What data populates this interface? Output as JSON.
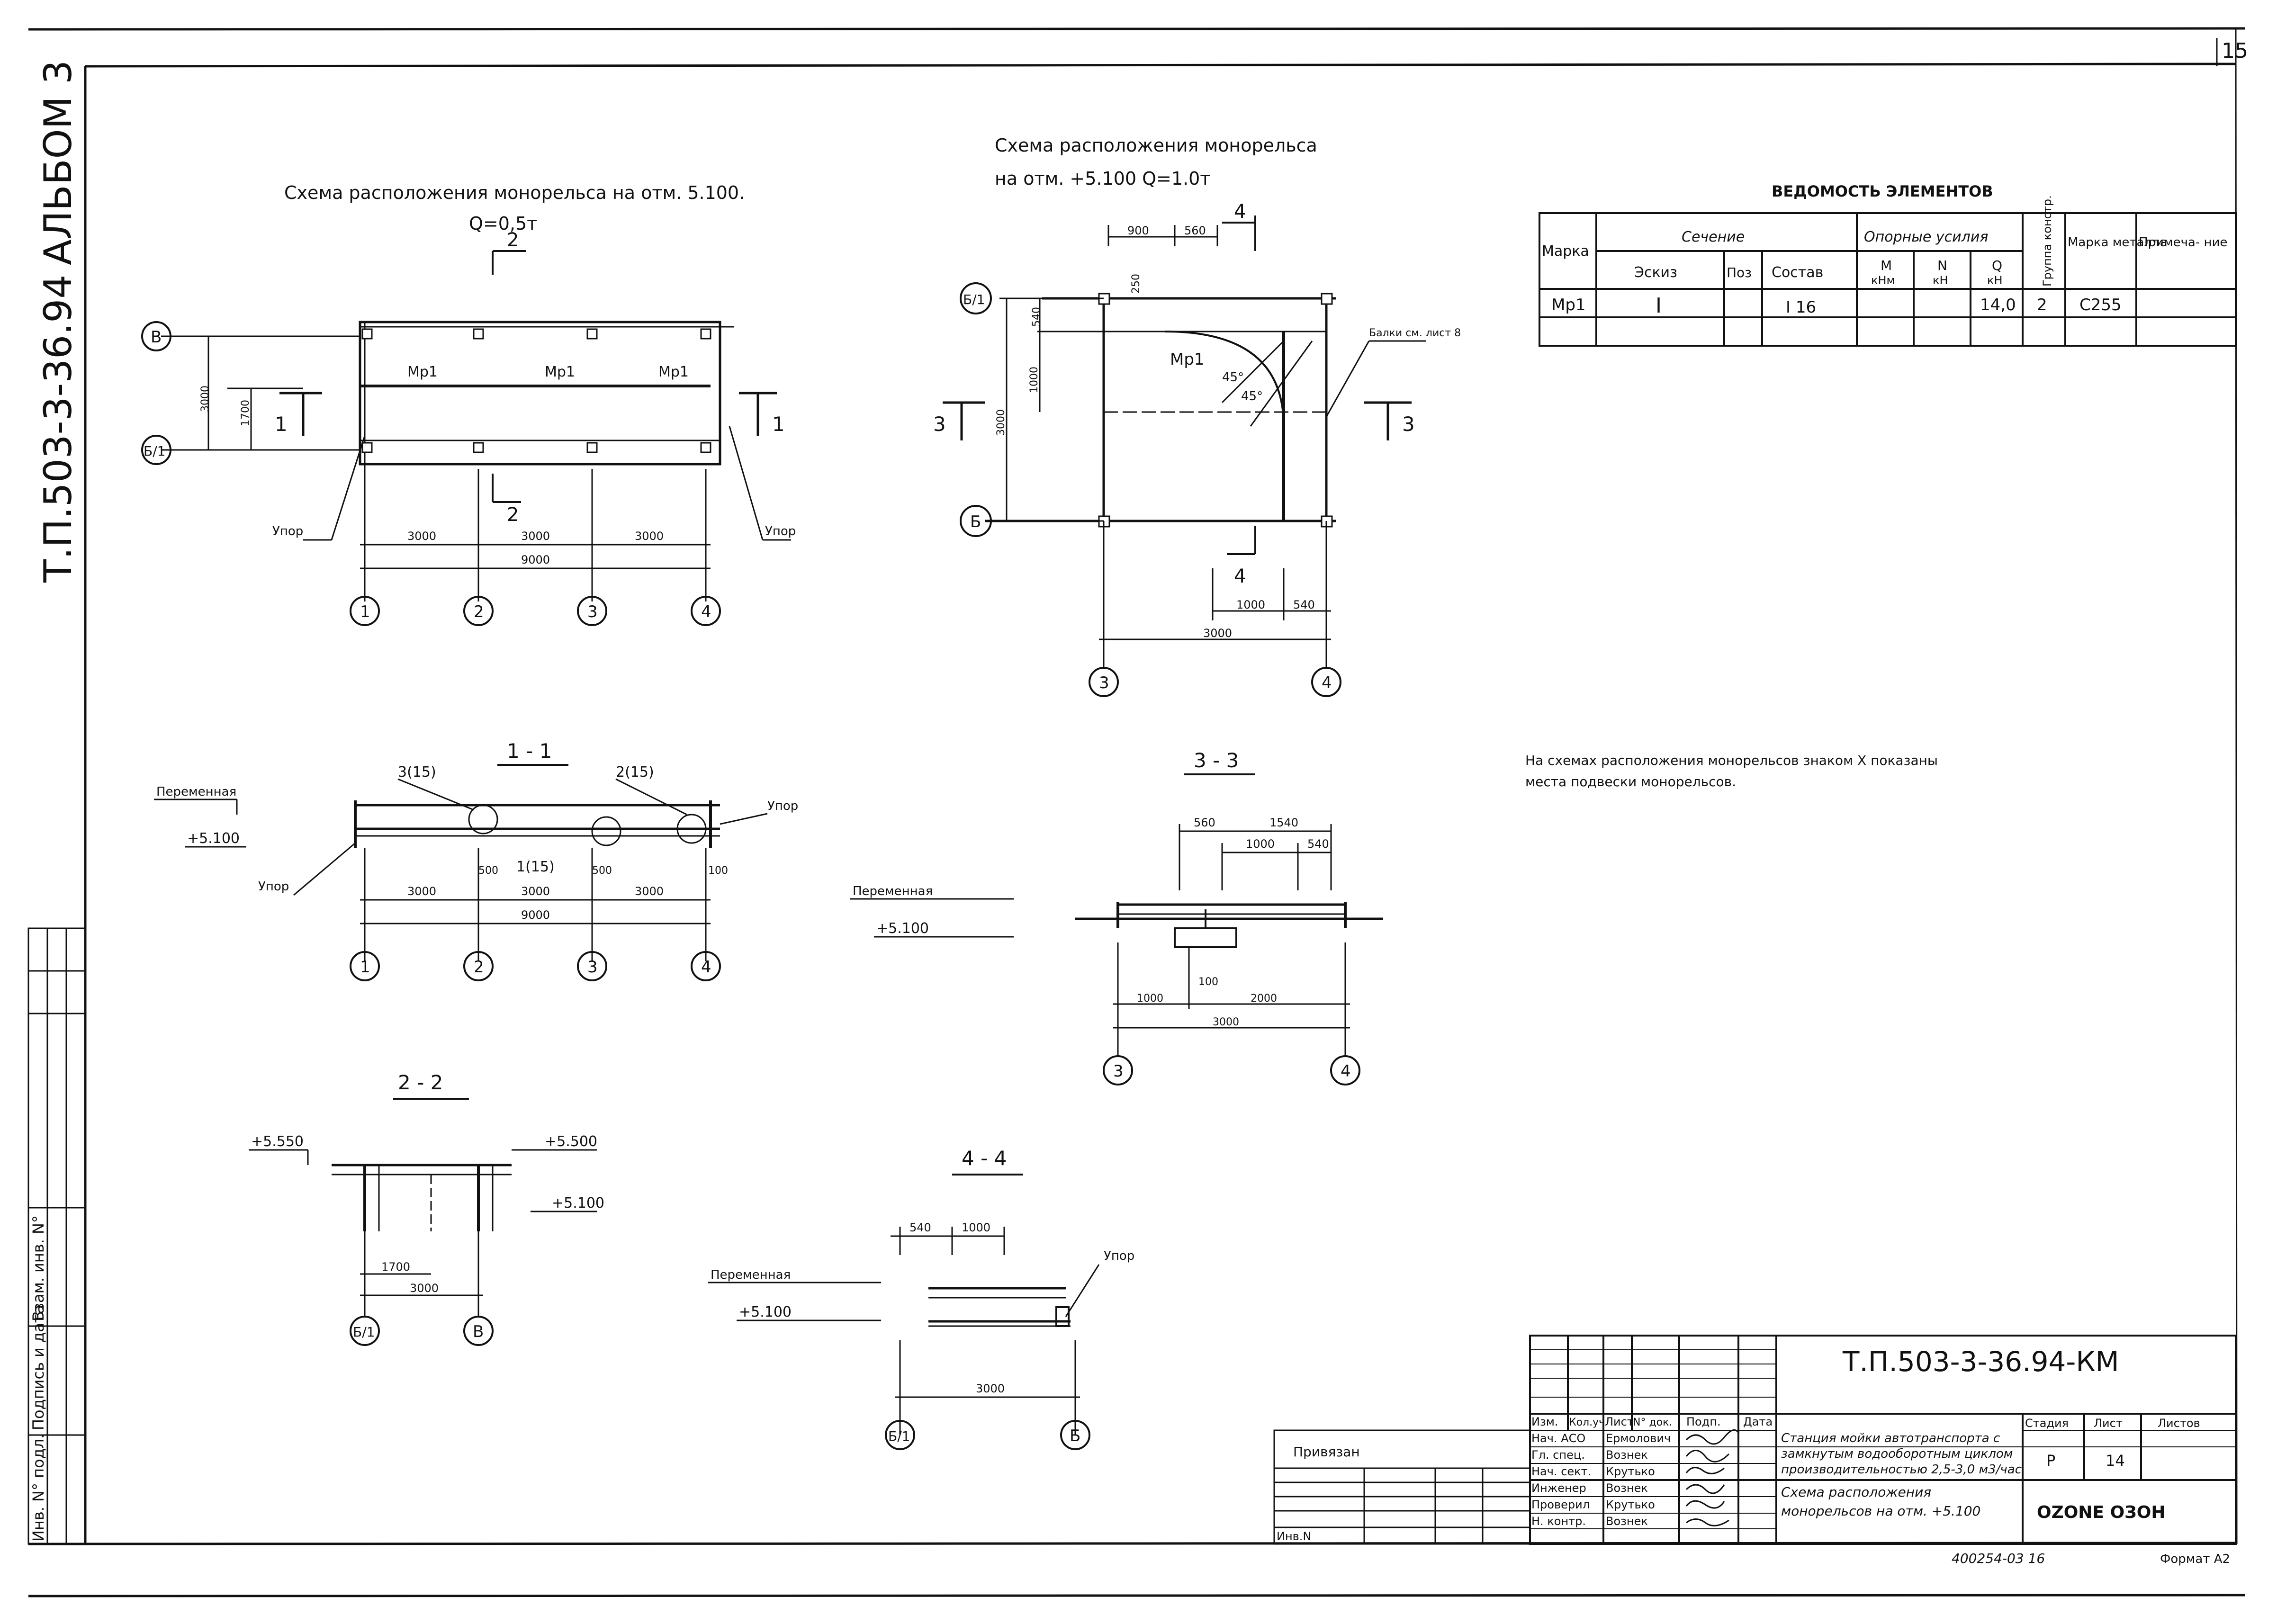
{
  "sheet": {
    "page_number": "15",
    "album": "АЛЬБОМ 3",
    "project_code_vertical": "Т.П.503-3-36.94",
    "format": "Формат А2",
    "handwritten_number": "400254-03 16"
  },
  "left_strip": {
    "inv_podl": "Инв. N° подл.",
    "podpis_data": "Подпись и дата",
    "vzam_inv": "Взам. инв. N°"
  },
  "scheme1": {
    "title_line1": "Схема расположения монорельса на отм. 5.100.",
    "title_line2": "Q=0,5т",
    "axes_letters": [
      "В",
      "Б/1"
    ],
    "axes_numbers": [
      "1",
      "2",
      "3",
      "4"
    ],
    "dim_3000": "3000",
    "dim_9000": "9000",
    "dim_1700": "1700",
    "dim_3000v": "3000",
    "beam_label": "Мр1",
    "stop_label": "Упор",
    "cut1": "1",
    "cut2": "2"
  },
  "scheme2": {
    "title_line1": "Схема расположения монорельса",
    "title_line2": "на отм. +5.100 Q=1.0т",
    "dim_900": "900",
    "dim_560": "560",
    "dim_250": "250",
    "dim_540": "540",
    "dim_1000": "1000",
    "dim_3000v": "3000",
    "dim_1000b": "1000",
    "dim_540b": "540",
    "dim_3000": "3000",
    "angle": "45°",
    "beam_label": "Мр1",
    "note_beams": "Балки см. лист 8",
    "axes_letters": [
      "Б/1",
      "Б"
    ],
    "axes_numbers": [
      "3",
      "4"
    ],
    "cut3": "3",
    "cut4": "4"
  },
  "section11": {
    "title": "1 - 1",
    "variable": "Переменная",
    "level": "+5.100",
    "stop": "Упор",
    "node3": "3(15)",
    "node2": "2(15)",
    "node1": "1(15)",
    "dim_500": "500",
    "dim_100": "100",
    "dim_3000": "3000",
    "dim_9000": "9000",
    "axes": [
      "1",
      "2",
      "3",
      "4"
    ]
  },
  "section33": {
    "title": "3 - 3",
    "variable": "Переменная",
    "level": "+5.100",
    "dim_560": "560",
    "dim_1540": "1540",
    "dim_1000": "1000",
    "dim_540": "540",
    "dim_100": "100",
    "dim_1000b": "1000",
    "dim_2000": "2000",
    "dim_3000": "3000",
    "axes": [
      "3",
      "4"
    ]
  },
  "section22": {
    "title": "2 - 2",
    "level_a": "+5.550",
    "level_b": "+5.500",
    "level_c": "+5.100",
    "dim_1700": "1700",
    "dim_3000": "3000",
    "axes": [
      "Б/1",
      "В"
    ]
  },
  "section44": {
    "title": "4 - 4",
    "variable": "Переменная",
    "level": "+5.100",
    "stop": "Упор",
    "dim_540": "540",
    "dim_1000": "1000",
    "dim_3000": "3000",
    "axes": [
      "Б/1",
      "Б"
    ]
  },
  "vedomost": {
    "title": "ВЕДОМОСТЬ ЭЛЕМЕНТОВ",
    "col_marka": "Марка",
    "col_sechenie": "Сечение",
    "col_eskiz": "Эскиз",
    "col_poz": "Поз",
    "col_sostav": "Состав",
    "col_opornye": "Опорные усилия",
    "col_m": "M",
    "col_m_unit": "кНм",
    "col_n": "N",
    "col_n_unit": "кН",
    "col_q": "Q",
    "col_q_unit": "кН",
    "col_gruppa": "Группа констр.",
    "col_marka_met": "Марка металла",
    "col_prim": "Примеча- ние",
    "row_marka": "Мр1",
    "row_eskiz": "I",
    "row_sostav": "I 16",
    "row_q": "14,0",
    "row_gruppa": "2",
    "row_steel": "С255"
  },
  "note": {
    "line1": "На схемах расположения монорельсов знаком X показаны",
    "line2": "места подвески монорельсов."
  },
  "stamp": {
    "doc_code": "Т.П.503-3-36.94-КМ",
    "h_izm": "Изм.",
    "h_koluch": "Кол.уч",
    "h_list": "Лист",
    "h_ndok": "N° док.",
    "h_podp": "Подп.",
    "h_data": "Дата",
    "roles": [
      "Нач. АСО",
      "Гл. спец.",
      "Нач. сект.",
      "Инженер",
      "Проверил",
      "Н. контр."
    ],
    "names": [
      "Ермолович",
      "Вознек",
      "Крутько",
      "Вознек",
      "Крутько",
      "Вознек"
    ],
    "project_line1": "Станция мойки автотранспорта с",
    "project_line2": "замкнутым водооборотным циклом",
    "project_line3": "производительностью 2,5-3,0 м3/час",
    "sheet_title_line1": "Схема расположения",
    "sheet_title_line2": "монорельсов на отм. +5.100",
    "h_stadia": "Стадия",
    "h_list2": "Лист",
    "h_listov": "Листов",
    "stadia": "Р",
    "list": "14",
    "org": "OZONE ОЗОН",
    "privyazan": "Привязан",
    "inv_n": "Инв.N"
  }
}
